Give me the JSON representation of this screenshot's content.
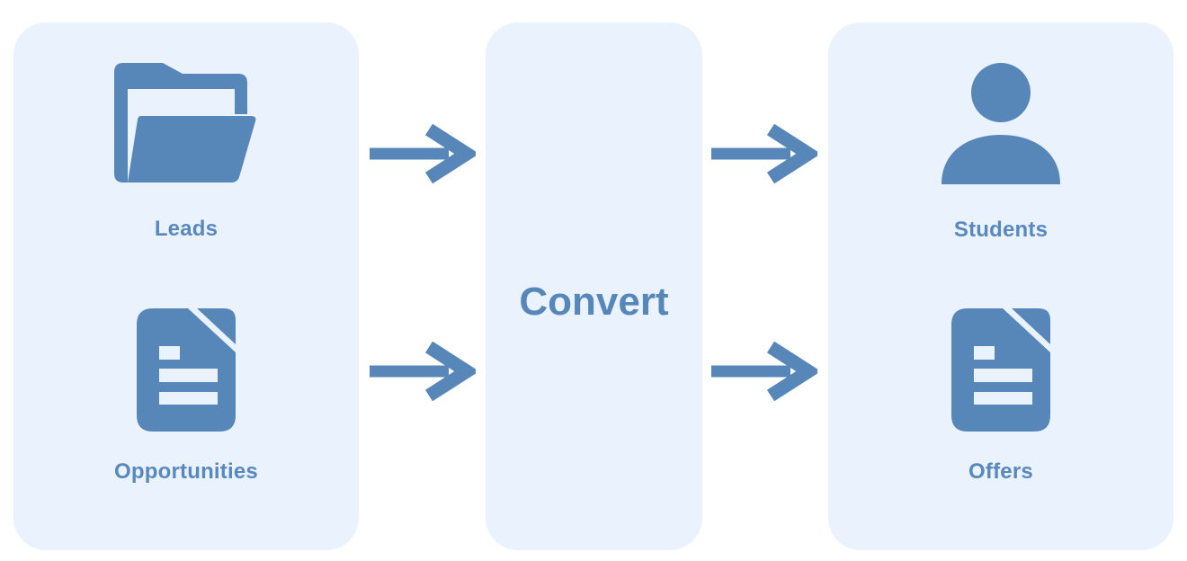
{
  "colors": {
    "accent": "#5787b8",
    "panel_bg": "#e9f2fd",
    "page_bg": "#ffffff",
    "label_text": "#5888bd"
  },
  "diagram": {
    "center": {
      "label": "Convert"
    },
    "left": {
      "items": [
        {
          "label": "Leads",
          "icon": "folder-open-icon"
        },
        {
          "label": "Opportunities",
          "icon": "document-icon"
        }
      ]
    },
    "right": {
      "items": [
        {
          "label": "Students",
          "icon": "person-icon"
        },
        {
          "label": "Offers",
          "icon": "document-icon"
        }
      ]
    },
    "arrows": [
      {
        "name": "leads-to-convert",
        "direction": "right"
      },
      {
        "name": "opportunities-to-convert",
        "direction": "right"
      },
      {
        "name": "convert-to-students",
        "direction": "right"
      },
      {
        "name": "convert-to-offers",
        "direction": "right"
      }
    ]
  }
}
